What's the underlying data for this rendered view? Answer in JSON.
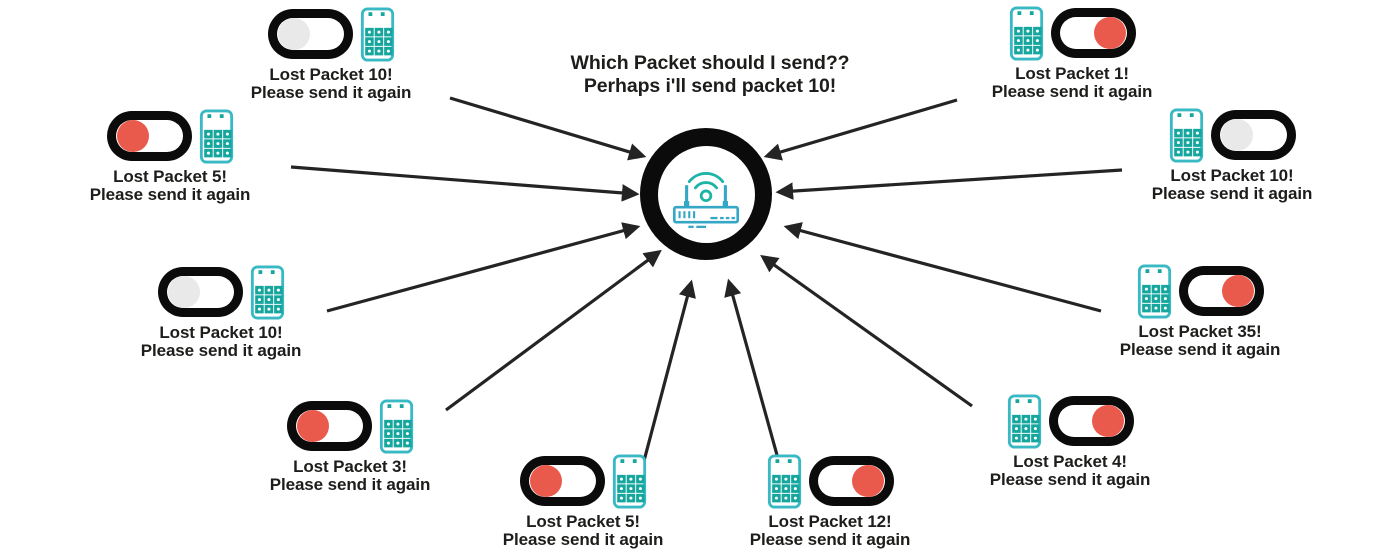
{
  "colors": {
    "ink": "#1d1d1b",
    "toggle_outline": "#0b0b0b",
    "toggle_on_knob": "#ea5a4c",
    "toggle_off_knob": "#e9e9e9",
    "phone_teal": "#38b9c4",
    "keypad_teal": "#16a69e",
    "wifi_teal": "#1db4a8",
    "router_blue": "#35a7c6"
  },
  "center": {
    "icon": "wifi-router-icon",
    "thought_line1": "Which Packet should I send??",
    "thought_line2": "Perhaps i'll send packet 10!"
  },
  "icons": {
    "device": "mobile-phone-icon",
    "switch": "toggle-switch",
    "router": "wifi-router-icon"
  },
  "nodes": [
    {
      "line1": "Lost Packet 10!",
      "line2": "Please send it again",
      "toggle": "off"
    },
    {
      "line1": "Lost Packet 5!",
      "line2": "Please send it again",
      "toggle": "on"
    },
    {
      "line1": "Lost Packet 10!",
      "line2": "Please send it again",
      "toggle": "off"
    },
    {
      "line1": "Lost Packet 3!",
      "line2": "Please send it again",
      "toggle": "on"
    },
    {
      "line1": "Lost Packet 5!",
      "line2": "Please send it again",
      "toggle": "on"
    },
    {
      "line1": "Lost Packet 12!",
      "line2": "Please send it again",
      "toggle": "on"
    },
    {
      "line1": "Lost Packet 4!",
      "line2": "Please send it again",
      "toggle": "on"
    },
    {
      "line1": "Lost Packet 35!",
      "line2": "Please send it again",
      "toggle": "on"
    },
    {
      "line1": "Lost Packet 10!",
      "line2": "Please send it again",
      "toggle": "off"
    },
    {
      "line1": "Lost Packet 1!",
      "line2": "Please send it again",
      "toggle": "on"
    }
  ]
}
